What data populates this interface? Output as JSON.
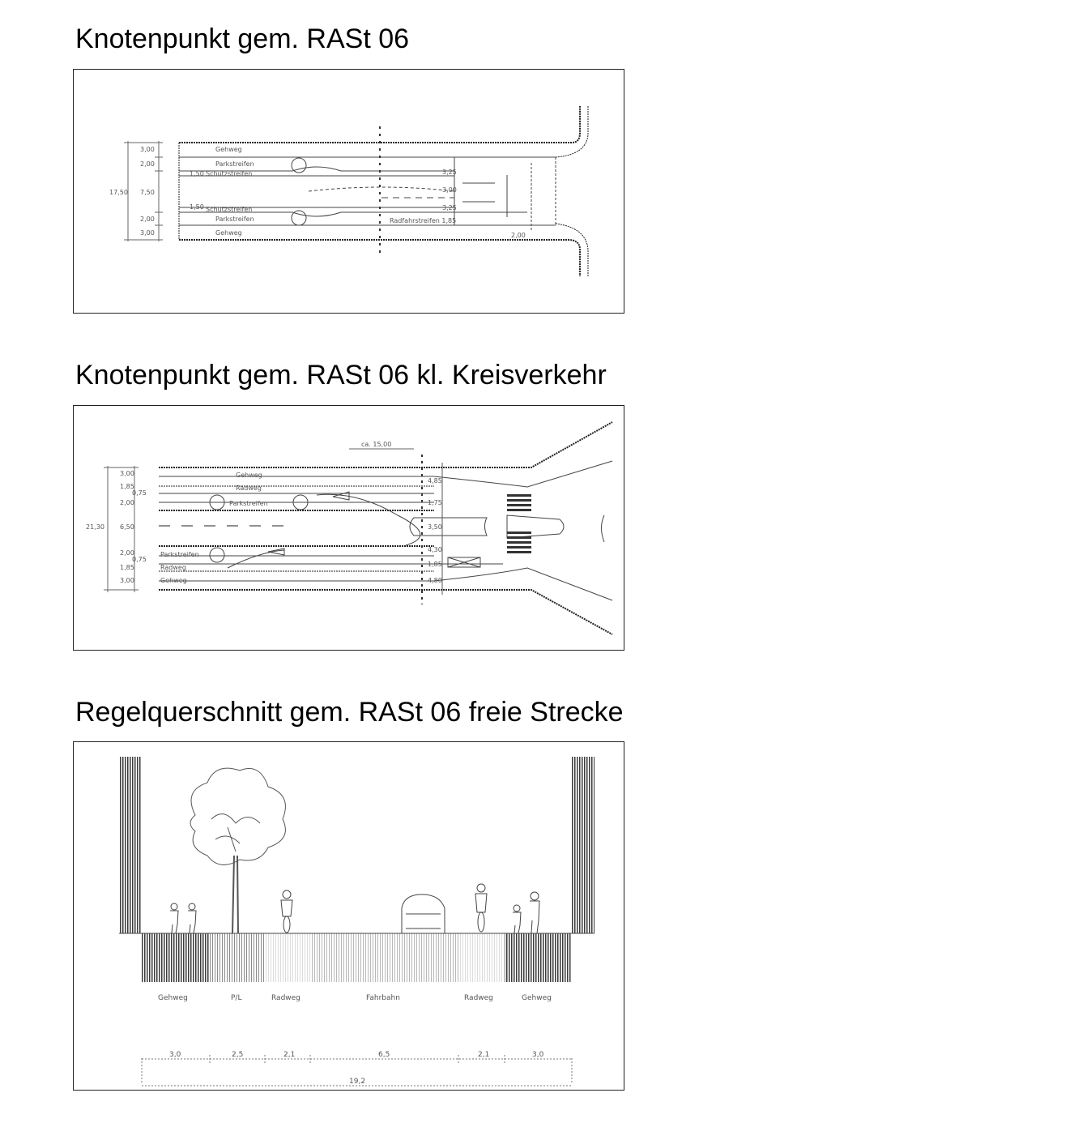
{
  "sections": [
    {
      "title": "Knotenpunkt gem. RASt 06",
      "labels": {
        "gehweg_top": "Gehweg",
        "parkstreifen_top": "Parkstreifen",
        "schutzstreifen_top": "Schutzstreifen",
        "schutzstreifen_bottom": "Schutzstreifen",
        "parkstreifen_bottom": "Parkstreifen",
        "gehweg_bottom": "Gehweg",
        "radfahrstreifen": "Radfahrstreifen 1,85"
      },
      "dimensions": [
        "3,00",
        "2,00",
        "1,50",
        "7,50",
        "1,50",
        "2,00",
        "3,00",
        "17,50",
        "3,25",
        "3,00",
        "3,25",
        "2,00"
      ]
    },
    {
      "title": "Knotenpunkt gem. RASt 06 kl. Kreisverkehr",
      "labels": {
        "top_dim": "ca. 15,00",
        "gehweg_top": "Gehweg",
        "radweg_top": "Radweg",
        "parkstreifen_top": "Parkstreifen",
        "parkstreifen_bottom": "Parkstreifen",
        "radweg_bottom": "Radweg",
        "gehweg_bottom": "Gehweg"
      },
      "left_dimensions": [
        "3,00",
        "1,85",
        "0,75",
        "2,00",
        "6,50",
        "2,00",
        "0,75",
        "1,85",
        "3,00",
        "21,30"
      ],
      "right_dimensions": [
        "4,85",
        "1,75",
        "3,50",
        "4,30",
        "1,85",
        "4,80"
      ]
    },
    {
      "title": "Regelquerschnitt gem. RASt 06 freie Strecke",
      "zones": [
        "Gehweg",
        "P/L",
        "Radweg",
        "Fahrbahn",
        "Radweg",
        "Gehweg"
      ],
      "widths": [
        "3,0",
        "2,5",
        "2,1",
        "6,5",
        "2,1",
        "3,0"
      ],
      "total": "19,2"
    }
  ]
}
